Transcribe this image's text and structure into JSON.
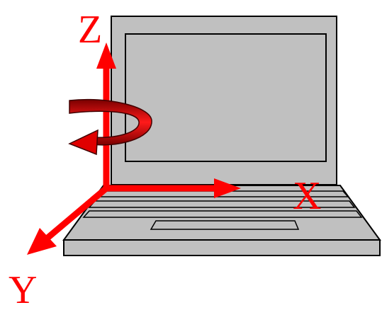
{
  "axes": {
    "x_label": "X",
    "y_label": "Y",
    "z_label": "Z"
  },
  "colors": {
    "axis": "#ff0000",
    "laptop_fill": "#c0c0c0",
    "laptop_outline": "#000000",
    "rotation_arrow_dark": "#8b0000",
    "rotation_arrow_light": "#e00000",
    "background": "#ffffff"
  },
  "icons": {
    "device": "laptop-icon",
    "rotation": "rotation-arrow-icon"
  }
}
